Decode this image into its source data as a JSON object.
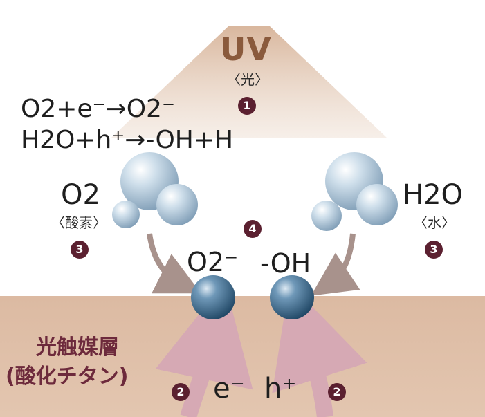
{
  "uv": {
    "label": "UV",
    "sub": "〈光〉",
    "step": "1"
  },
  "equations": {
    "line1": "O2+e⁻→O2⁻",
    "line2": "H2O+h⁺→-OH+H"
  },
  "oxygen": {
    "formula": "O2",
    "name": "〈酸素〉",
    "step": "3"
  },
  "water": {
    "formula": "H2O",
    "name": "〈水〉",
    "step": "3"
  },
  "center": {
    "step": "4",
    "superoxide": "O2⁻",
    "hydroxyl": "-OH"
  },
  "layer": {
    "line1": "光触媒層",
    "line2": "(酸化チタン)",
    "step": "2"
  },
  "carriers": {
    "electron": "e⁻",
    "hole": "h⁺",
    "step": "2"
  },
  "colors": {
    "uv_cone": "#d9b79a",
    "layer": "#dcbaa0",
    "badge": "#5b2030",
    "sphere_light": "#b9cfe0",
    "sphere_dark": "#3f6d8f",
    "arrow_gray": "#a89590",
    "arrow_pink": "#d6a9b4"
  }
}
